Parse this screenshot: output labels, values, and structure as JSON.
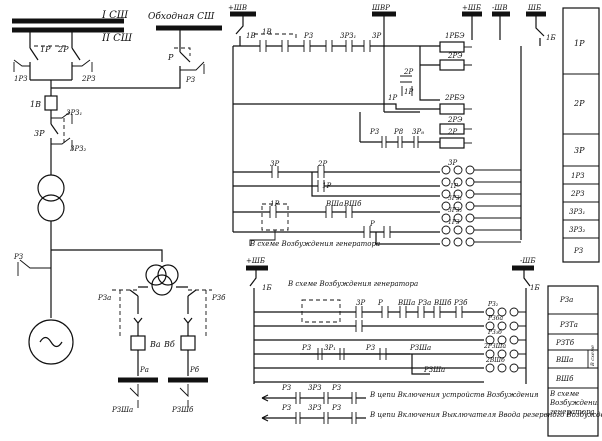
{
  "hv": {
    "bus_top": "І СШ",
    "bus_bottom": "ІІ СШ",
    "bypass_bus": "Обходная СШ",
    "sw_1r": "1Р",
    "sw_2r": "2Р",
    "sw_1rz": "1РЗ",
    "sw_2rz": "2РЗ",
    "sw_p": "Р",
    "sw_rz": "РЗ",
    "breaker_1v": "1В",
    "sw_3r": "3Р",
    "sw_3rz1": "3РЗ₁",
    "sw_3rz2": "3РЗ₂",
    "gen_rz": "РЗ"
  },
  "excitation": {
    "left_rz": "РЗа",
    "right_rz": "РЗб",
    "left_breaker": "Ва",
    "right_breaker": "Вб",
    "left_bus": "Ра",
    "right_bus": "Рб",
    "left_bottom": "РЗШа",
    "right_bottom": "РЗШб"
  },
  "upper_ctrl": {
    "fuse_left": "+ШВ",
    "fuse_mid": "ШВР",
    "fuse_r1": "+ШБ",
    "fuse_r2": "-ШВ",
    "fuse_r3": "ШБ",
    "aux_1v": "1В",
    "aux_1b": "1Б",
    "row1": [
      "1В",
      "Р3",
      "3РЗ₁",
      "3Р"
    ],
    "coil_labels": [
      "1РБЭ",
      "2РЭ",
      "2РБЭ",
      "2РЭ"
    ],
    "mid_contacts": [
      "2Р",
      "1Р",
      "Р3",
      "Р8",
      "3Р₈",
      "2Р"
    ],
    "lamps": [
      "3Р",
      "2Р",
      "1Р",
      "3РЗ₁",
      "3РЗ₂",
      "1РЗ"
    ],
    "lower_contacts": [
      "3Р",
      "2Р",
      "1Р",
      "ВШа",
      "ВШб",
      "Р"
    ],
    "note": "В схеме Возбуждения генератора"
  },
  "lower_ctrl": {
    "fuse_left": "+ШБ",
    "fuse_right": "-ШБ",
    "aux_left": "1Б",
    "aux_right": "1Б",
    "note": "В схеме Возбуждения генератора",
    "contacts": [
      "3Р",
      "Р",
      "ВШа",
      "РЗа",
      "ВШб",
      "РЗб"
    ],
    "lamps": [
      "РЗₐ",
      "РЗₐ",
      "РЗб",
      "РЗа",
      "РЗб"
    ],
    "row3": [
      "Р3",
      "3Р₁",
      "Р3",
      "РЗШа"
    ],
    "lamp_labels": [
      "РЗ₂",
      "РЗба",
      "РЗ₃б",
      "2РЗШа",
      "2ВШб"
    ]
  },
  "legend": {
    "line1_labels": [
      "РЗ",
      "3РЗ",
      "РЗ"
    ],
    "line1_text": "В цепи Включения устройств Возбуждения",
    "line2_labels": [
      "РЗ",
      "3РЗ",
      "РЗ"
    ],
    "line2_text": "В цепи Включения Выключателя Ввода резервного Возбуждения"
  },
  "table_top": {
    "rows": [
      "1Р",
      "2Р",
      "3Р",
      "1РЗ",
      "2РЗ",
      "3РЗ₁",
      "3РЗ₂",
      "РЗ"
    ]
  },
  "table_bottom": {
    "rows": [
      "РЗа",
      "РЗТа",
      "РЗТб",
      "ВШа",
      "ВШб"
    ],
    "side_note": "В схеме",
    "tail": "В схеме Возбуждения генератора"
  }
}
